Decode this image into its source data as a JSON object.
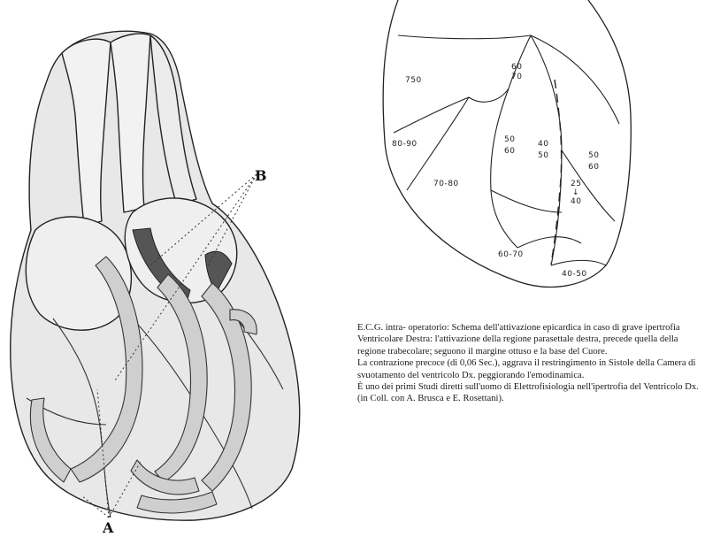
{
  "heart": {
    "marker_b": "B",
    "marker_a": "A"
  },
  "activation_map": {
    "zones": [
      {
        "id": "z750",
        "label": "750"
      },
      {
        "id": "z6070",
        "label": "60\n70"
      },
      {
        "id": "z8090",
        "label": "80-90"
      },
      {
        "id": "z5060a",
        "label": "50\n60"
      },
      {
        "id": "z4050",
        "label": "40\n50"
      },
      {
        "id": "z5060b",
        "label": "50\n60"
      },
      {
        "id": "z7080",
        "label": "70-80"
      },
      {
        "id": "z2540",
        "label": "25\n40"
      },
      {
        "id": "z6070b",
        "label": "60-70"
      },
      {
        "id": "z4050b",
        "label": "40-50"
      }
    ]
  },
  "caption": {
    "paragraph_1": "E.C.G. intra- operatorio: Schema dell'attivazione epicardica in caso di grave ipertrofia Ventricolare Destra: l'attivazione della regione parasettale destra, precede quella della regione trabecolare; seguono il margine ottuso e la base del Cuore.",
    "paragraph_2": "La contrazione precoce (di 0,06 Sec.), aggrava il restringimento in Sistole della Camera di svuotamento del ventricolo Dx. peggiorando l'emodinamica.",
    "paragraph_3": "È uno dei primi Studi diretti sull'uomo di Elettrofisiologia nell'ipertrofia del Ventricolo Dx. (in Coll. con A. Brusca e E. Rosettani)."
  }
}
